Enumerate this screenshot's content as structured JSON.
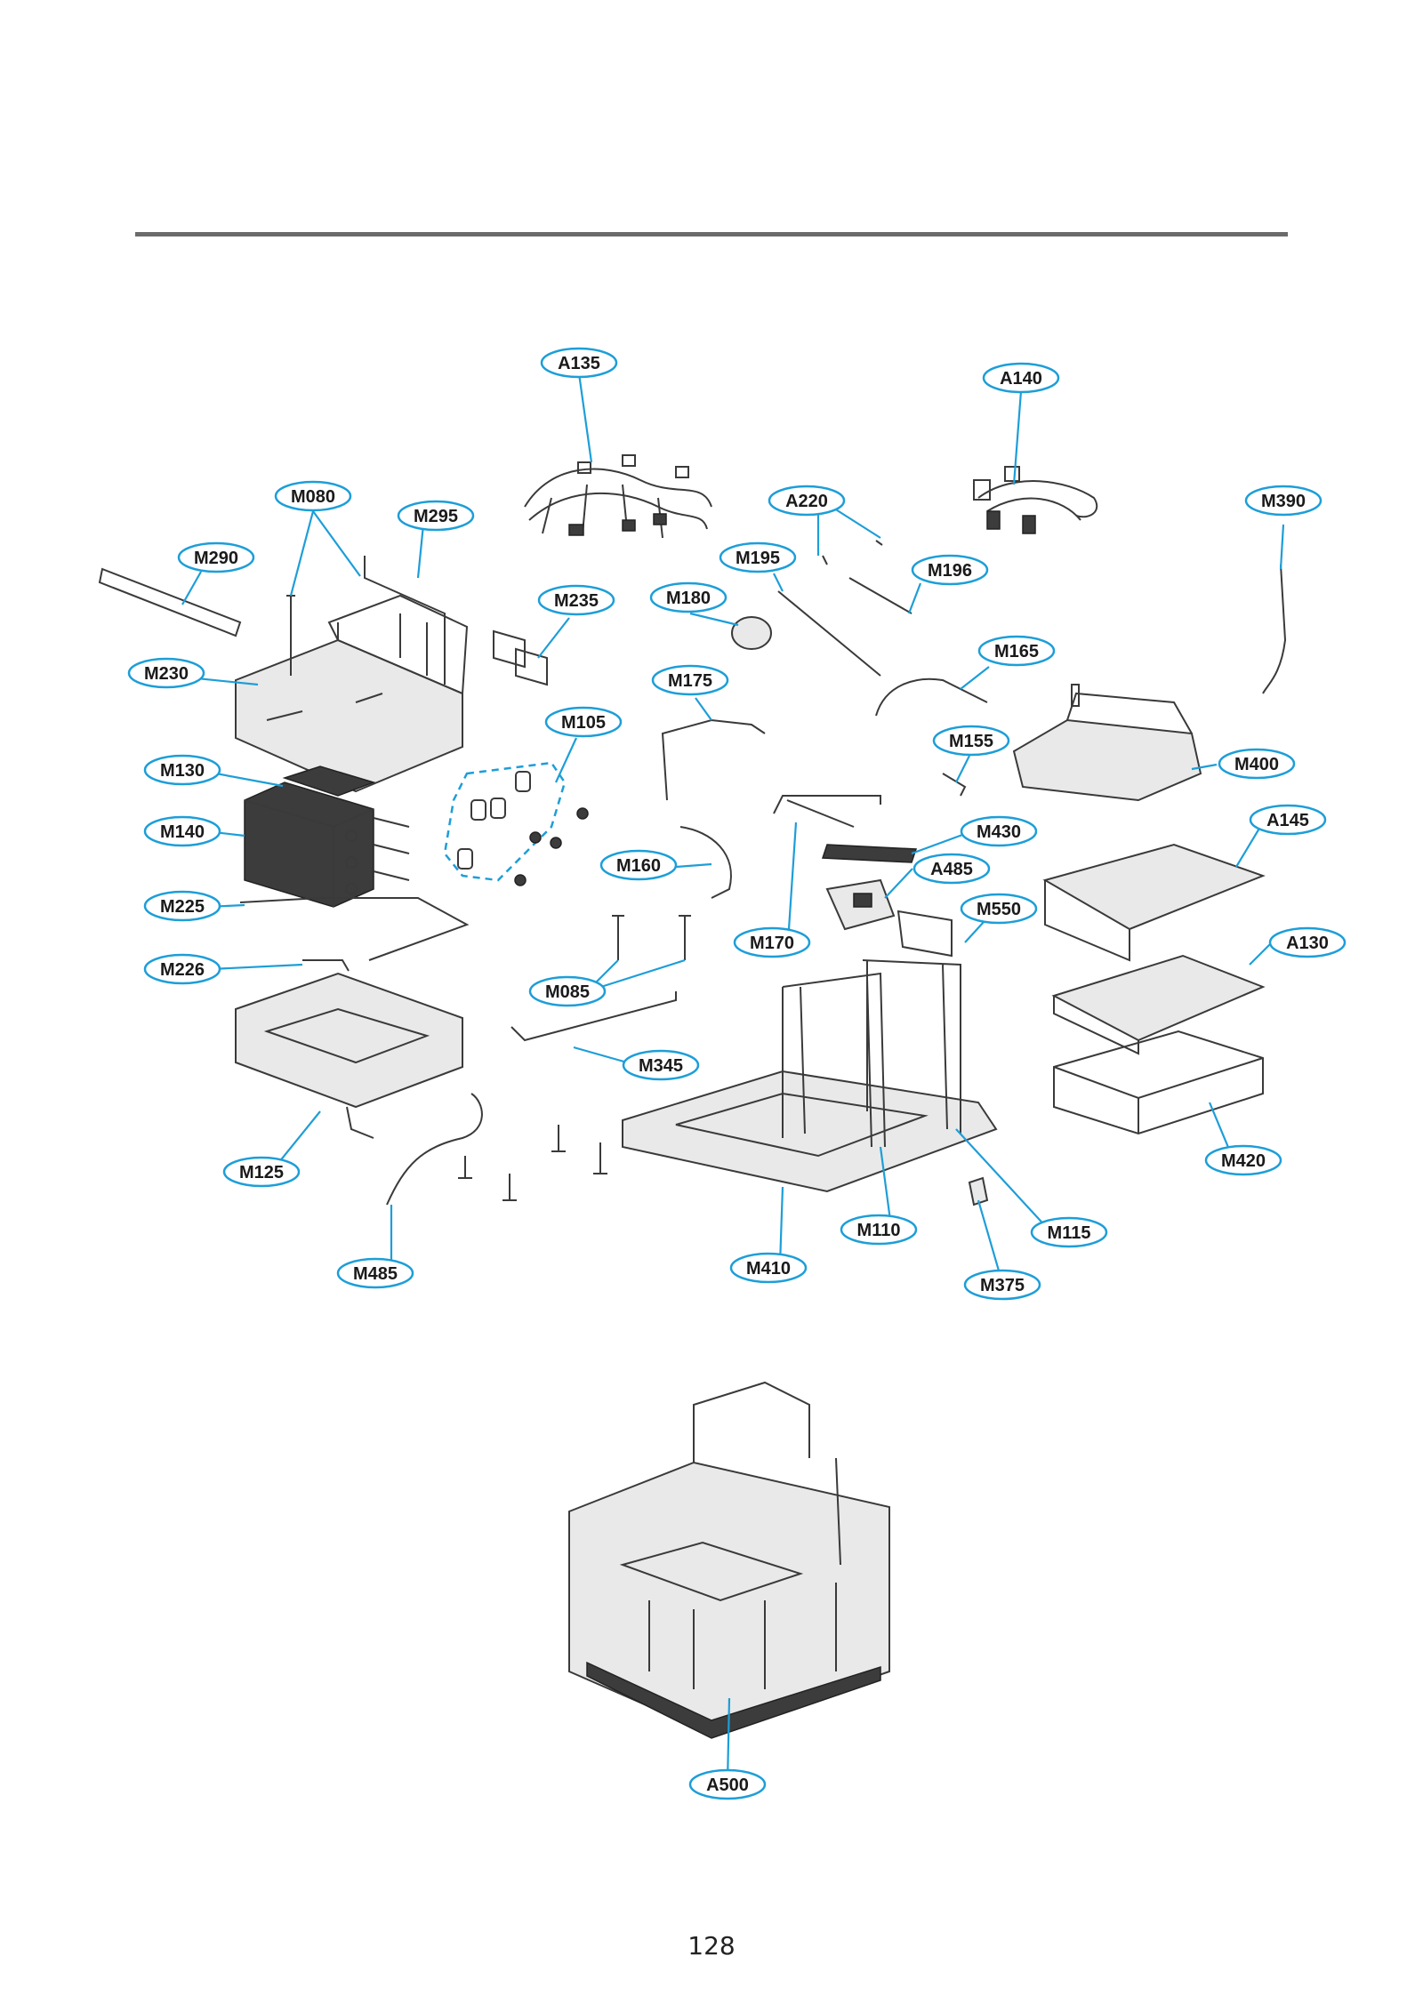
{
  "page_number": "128",
  "colors": {
    "callout_stroke": "#1d9ed8",
    "rule": "#6b6b6b",
    "part_line": "#3a3a3a"
  },
  "callouts": {
    "A135": "A135",
    "A140": "A140",
    "M080": "M080",
    "M295": "M295",
    "M290": "M290",
    "A220": "A220",
    "M390": "M390",
    "M195": "M195",
    "M196": "M196",
    "M235": "M235",
    "M180": "M180",
    "M230": "M230",
    "M175": "M175",
    "M165": "M165",
    "M105": "M105",
    "M155": "M155",
    "M130": "M130",
    "M400": "M400",
    "M140": "M140",
    "M430": "M430",
    "A145": "A145",
    "A485": "A485",
    "M160": "M160",
    "M225": "M225",
    "M550": "M550",
    "M170": "M170",
    "A130": "A130",
    "M226": "M226",
    "M085": "M085",
    "M345": "M345",
    "M420": "M420",
    "M125": "M125",
    "M110": "M110",
    "M115": "M115",
    "M410": "M410",
    "M485": "M485",
    "M375": "M375",
    "A500": "A500"
  }
}
